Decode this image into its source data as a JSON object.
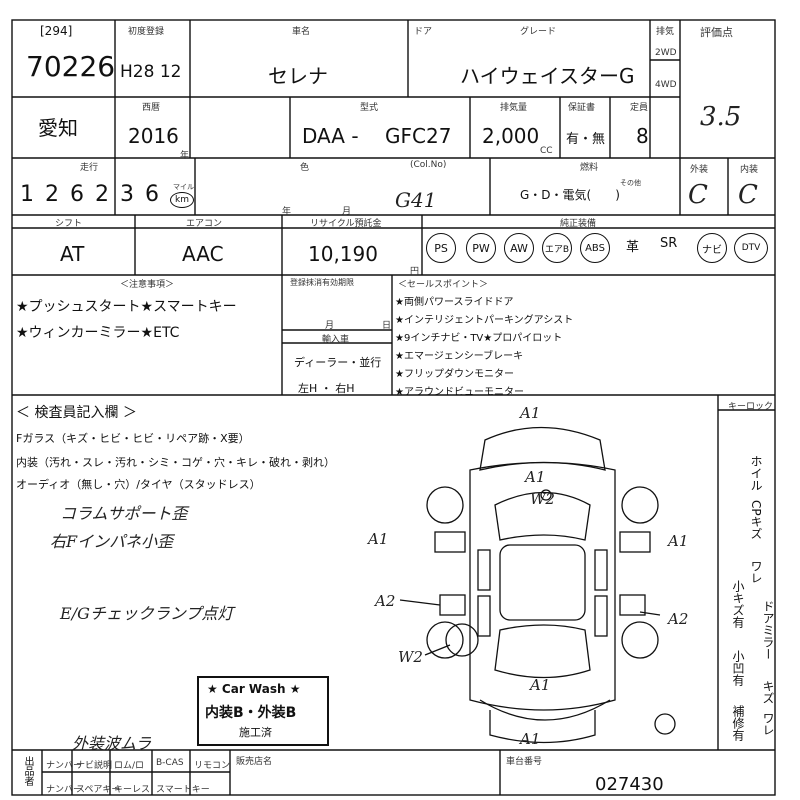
{
  "header": {
    "title": "出品票",
    "lot_bracket": "[294]",
    "lot_number": "70226"
  },
  "labels": {
    "first_reg": "初度登録",
    "car_name": "車名",
    "door": "ドア",
    "grade": "グレード",
    "displacement_class": "排気",
    "rating": "評価点",
    "year_en": "西暦",
    "model": "型式",
    "displacement": "排気量",
    "warranty": "保証書",
    "capacity": "定員",
    "mileage": "走行",
    "color": "色",
    "fuel": "燃料",
    "exterior": "外装",
    "interior": "内装",
    "shift": "シフト",
    "aircon": "エアコン",
    "recycle": "リサイクル預託金",
    "equipment": "純正装備",
    "caution": "＜注意事項＞",
    "sales_points": "＜セールスポイント＞",
    "inspection": "＜ 検査員記入欄 ＞",
    "key_lock": "キーロック",
    "registration_expiry": "登録抹消有効期限",
    "import": "輸入車",
    "tsuki": "月",
    "hi": "日",
    "nen": "年",
    "en": "円",
    "cc": "CC",
    "mile": "マイル",
    "km": "km",
    "cola_no": "(Col.No)",
    "sono_ta": "その他",
    "num_plate": "ナンバー",
    "spare": "スペアキー",
    "keyless": "キーレス",
    "smartkey": "スマートキー",
    "navi_cert": "ナビ説明",
    "dm": "ロム/ロ",
    "bcas": "B-CAS",
    "remote": "リモコン",
    "vendor": "出品者",
    "sales_area": "販売店名",
    "car_number": "車台番号"
  },
  "vehicle": {
    "prefecture": "愛知",
    "first_reg": "H28 12",
    "car_name": "セレナ",
    "grade": "ハイウェイスターG",
    "year": "2016",
    "model_prefix": "DAA -",
    "model_code": "GFC27",
    "displacement": "2,000",
    "warranty": "有・無",
    "capacity": "8",
    "class_2wd": "2WD",
    "class_4wd": "4WD",
    "mileage": "1 2 6  2 3 6",
    "color_code": "G41",
    "fuel": "G・D・電気(　　)",
    "exterior": "C",
    "interior": "C",
    "rating": "3.5",
    "shift": "AT",
    "aircon": "AAC",
    "recycle_fee": "10,190",
    "chassis_tail": "027430"
  },
  "equipment": [
    {
      "label": "PS",
      "circled": true
    },
    {
      "label": "PW",
      "circled": true
    },
    {
      "label": "AW",
      "circled": true
    },
    {
      "label": "エアB",
      "circled": true
    },
    {
      "label": "ABS",
      "circled": true
    },
    {
      "label": "革",
      "circled": false
    },
    {
      "label": "SR",
      "circled": false
    },
    {
      "label": "ナビ",
      "circled": true
    },
    {
      "label": "DTV",
      "circled": true
    }
  ],
  "notes": [
    "★プッシュスタート★スマートキー",
    "★ウィンカーミラー★ETC"
  ],
  "import_options": [
    "ディーラー・並行",
    "左H ・ 右H"
  ],
  "sales_points": [
    "★両側パワースライドドア",
    "★インテリジェントパーキングアシスト",
    "★9インチナビ・TV★プロパイロット",
    "★エマージェンシーブレーキ",
    "★フリップダウンモニター",
    "★アラウンドビューモニター"
  ],
  "inspection": {
    "glass": "Fガラス（キズ・ヒビ・ヒビ・リペア跡・X要）",
    "interior": "内装（汚れ・スレ・汚れ・シミ・コゲ・穴・キレ・破れ・剥れ）",
    "audio": "オーディオ（無し・穴）/タイヤ（スタッドレス）",
    "hand_notes": [
      "コラムサポート歪",
      "右Fインパネ小歪",
      "E/Gチェックランプ点灯",
      "外装波ムラ"
    ],
    "side_notes": [
      "ホイル",
      "CPキズ",
      "ワレ",
      "ドアミラー",
      "キズ",
      "ワレ",
      "小キズ有",
      "小凹有",
      "補修有"
    ]
  },
  "diagram_marks": [
    "A1",
    "A1",
    "W2",
    "A1",
    "A1",
    "A2",
    "A2",
    "W2",
    "A1",
    "A1"
  ],
  "car_wash": {
    "title": "★ Car Wash ★",
    "grade": "内装B・外装B",
    "done": "施工済"
  }
}
